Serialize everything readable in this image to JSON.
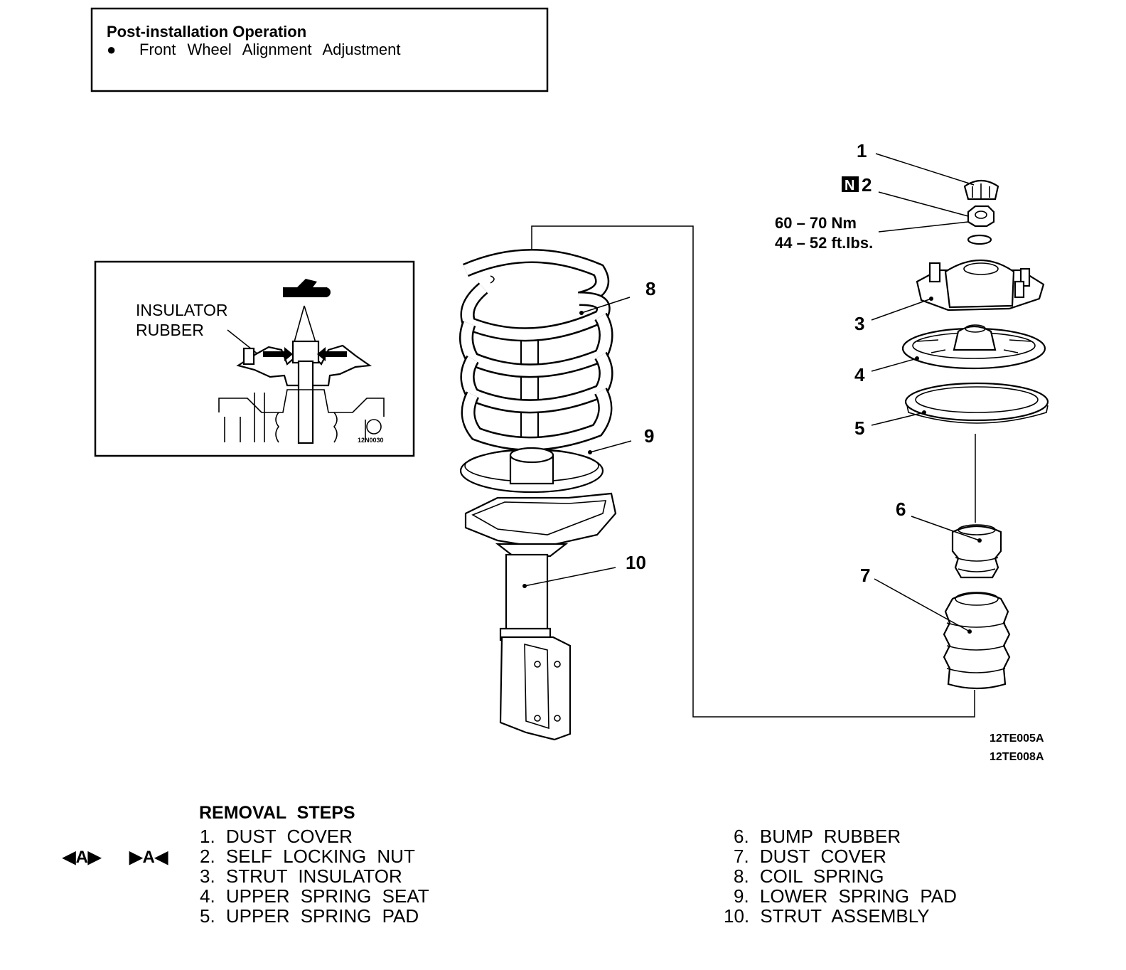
{
  "post_installation": {
    "title": "Post-installation Operation",
    "bullet": "●",
    "item": "Front Wheel Alignment Adjustment"
  },
  "inset": {
    "label_line1": "INSULATOR",
    "label_line2": "RUBBER",
    "code": "12N0030"
  },
  "callouts": {
    "c1": "1",
    "c2_badge": "N",
    "c2": "2",
    "c3": "3",
    "c4": "4",
    "c5": "5",
    "c6": "6",
    "c7": "7",
    "c8": "8",
    "c9": "9",
    "c10": "10"
  },
  "torque": {
    "metric": "60 – 70 Nm",
    "imperial": "44 – 52 ft.lbs."
  },
  "figure_codes": [
    "12TE005A",
    "12TE008A"
  ],
  "removal": {
    "title": "REMOVAL STEPS",
    "symbols": [
      "◀A▶",
      "▶A◀"
    ],
    "left_steps": [
      "1. DUST COVER",
      "2. SELF LOCKING NUT",
      "3. STRUT INSULATOR",
      "4. UPPER SPRING SEAT",
      "5. UPPER SPRING PAD"
    ],
    "right_steps": [
      "6. BUMP RUBBER",
      "7. DUST COVER",
      "8. COIL SPRING",
      "9. LOWER SPRING PAD",
      "10. STRUT ASSEMBLY"
    ]
  }
}
